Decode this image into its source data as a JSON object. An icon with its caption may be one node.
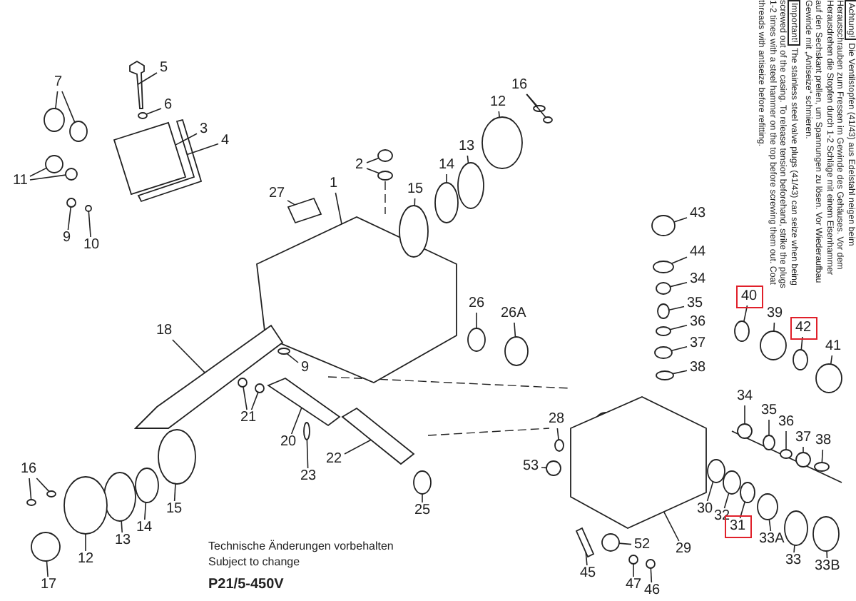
{
  "diagram": {
    "nodes": [
      {
        "text": [
          "7"
        ]
      },
      {
        "text": [
          "5"
        ]
      },
      {
        "text": [
          "6"
        ]
      },
      {
        "text": [
          "3"
        ]
      },
      {
        "text": [
          "4"
        ]
      },
      {
        "text": [
          "11"
        ]
      },
      {
        "text": [
          "9"
        ]
      },
      {
        "text": [
          "10"
        ]
      },
      {
        "text": [
          "2"
        ]
      },
      {
        "text": [
          "27"
        ]
      },
      {
        "text": [
          "1"
        ]
      },
      {
        "text": [
          "15"
        ]
      },
      {
        "text": [
          "14"
        ]
      },
      {
        "text": [
          "13"
        ]
      },
      {
        "text": [
          "12"
        ]
      },
      {
        "text": [
          "16"
        ]
      },
      {
        "text": [
          "43"
        ]
      },
      {
        "text": [
          "44"
        ]
      },
      {
        "text": [
          "34"
        ]
      },
      {
        "text": [
          "35"
        ]
      },
      {
        "text": [
          "36"
        ]
      },
      {
        "text": [
          "37"
        ]
      },
      {
        "text": [
          "38"
        ]
      },
      {
        "text": [
          "26"
        ]
      },
      {
        "text": [
          "26A"
        ]
      },
      {
        "text": [
          "40"
        ]
      },
      {
        "text": [
          "39"
        ]
      },
      {
        "text": [
          "42"
        ]
      },
      {
        "text": [
          "41"
        ]
      },
      {
        "text": [
          "18"
        ]
      },
      {
        "text": [
          "9"
        ]
      },
      {
        "text": [
          "21"
        ]
      },
      {
        "text": [
          "20"
        ]
      },
      {
        "text": [
          "22"
        ]
      },
      {
        "text": [
          "23"
        ]
      },
      {
        "text": [
          "25"
        ]
      },
      {
        "text": [
          "28"
        ]
      },
      {
        "text": [
          "34"
        ]
      },
      {
        "text": [
          "35"
        ]
      },
      {
        "text": [
          "36"
        ]
      },
      {
        "text": [
          "37"
        ]
      },
      {
        "text": [
          "38"
        ]
      },
      {
        "text": [
          "53"
        ]
      },
      {
        "text": [
          "52"
        ]
      },
      {
        "text": [
          "30"
        ]
      },
      {
        "text": [
          "32"
        ]
      },
      {
        "text": [
          "31"
        ]
      },
      {
        "text": [
          "33A"
        ]
      },
      {
        "text": [
          "29"
        ]
      },
      {
        "text": [
          "45"
        ]
      },
      {
        "text": [
          "47"
        ]
      },
      {
        "text": [
          "46"
        ]
      },
      {
        "text": [
          "33"
        ]
      },
      {
        "text": [
          "33B"
        ]
      },
      {
        "text": [
          "16"
        ]
      },
      {
        "text": [
          "13"
        ]
      },
      {
        "text": [
          "14"
        ]
      },
      {
        "text": [
          "15"
        ]
      },
      {
        "text": [
          "12"
        ]
      },
      {
        "text": [
          "17"
        ]
      },
      {
        "text": [],
        "shape": "circle"
      },
      {
        "text": [],
        "shape": "circle"
      },
      {
        "text": [],
        "shape": "picture"
      },
      {
        "text": [],
        "shape": "circle"
      },
      {
        "text": [],
        "shape": "picture"
      },
      {
        "text": [],
        "shape": "picture"
      },
      {
        "text": [],
        "shape": "circle"
      },
      {
        "text": [],
        "shape": "circle"
      },
      {
        "text": [],
        "shape": "circle"
      },
      {
        "text": [],
        "shape": "circle"
      },
      {
        "text": [],
        "shape": "circle"
      },
      {
        "text": [],
        "shape": "circle"
      },
      {
        "text": [],
        "shape": "picture"
      },
      {
        "text": [],
        "shape": "picture"
      },
      {
        "text": [],
        "shape": "circle"
      },
      {
        "text": [],
        "shape": "circle"
      },
      {
        "text": [],
        "shape": "circle"
      },
      {
        "text": [],
        "shape": "circle"
      },
      {
        "text": [],
        "shape": "circle"
      },
      {
        "text": [],
        "shape": "circle"
      },
      {
        "text": [],
        "shape": "circle"
      },
      {
        "text": [],
        "shape": "circle"
      },
      {
        "text": [],
        "shape": "circle"
      },
      {
        "text": [],
        "shape": "circle"
      },
      {
        "text": [],
        "shape": "circle"
      },
      {
        "text": [],
        "shape": "circle"
      },
      {
        "text": [],
        "shape": "circle"
      },
      {
        "text": [],
        "shape": "circle"
      },
      {
        "text": [],
        "shape": "circle"
      },
      {
        "text": [],
        "shape": "circle"
      },
      {
        "text": [],
        "shape": "circle"
      },
      {
        "text": [],
        "shape": "circle"
      },
      {
        "text": [],
        "shape": "circle"
      },
      {
        "text": [],
        "shape": "picture"
      },
      {
        "text": [],
        "shape": "circle"
      },
      {
        "text": [],
        "shape": "circle"
      },
      {
        "text": [],
        "shape": "circle"
      },
      {
        "text": [],
        "shape": "picture"
      },
      {
        "text": [],
        "shape": "picture"
      },
      {
        "text": [],
        "shape": "circle"
      },
      {
        "text": [],
        "shape": "circle"
      },
      {
        "text": [],
        "shape": "circle"
      },
      {
        "text": [],
        "shape": "circle"
      },
      {
        "text": [],
        "shape": "circle"
      },
      {
        "text": [],
        "shape": "circle"
      },
      {
        "text": [],
        "shape": "circle"
      },
      {
        "text": [],
        "shape": "circle"
      },
      {
        "text": [],
        "shape": "circle"
      },
      {
        "text": [],
        "shape": "circle"
      },
      {
        "text": [],
        "shape": "circle"
      },
      {
        "text": [],
        "shape": "circle"
      },
      {
        "text": [],
        "shape": "circle"
      },
      {
        "text": [],
        "shape": "circle"
      },
      {
        "text": [],
        "shape": "picture"
      },
      {
        "text": [],
        "shape": "picture"
      },
      {
        "text": [],
        "shape": "circle"
      },
      {
        "text": [],
        "shape": "circle"
      },
      {
        "text": [],
        "shape": "circle"
      },
      {
        "text": [],
        "shape": "circle"
      },
      {
        "text": [],
        "shape": "circle"
      },
      {
        "text": [],
        "shape": "circle"
      },
      {
        "text": [],
        "shape": "circle"
      },
      {
        "text": [],
        "shape": "circle"
      },
      {
        "text": [],
        "shape": "circle"
      },
      {
        "text": [],
        "shape": "circle"
      },
      {
        "text": [],
        "shape": "circle"
      }
    ],
    "edges": [
      {
        "from": 0,
        "to": 60,
        "arrow": "none"
      },
      {
        "from": 0,
        "to": 61,
        "arrow": "none"
      },
      {
        "from": 1,
        "to": 62,
        "arrow": "none"
      },
      {
        "from": 2,
        "to": 63,
        "arrow": "none"
      },
      {
        "from": 3,
        "to": 64,
        "arrow": "none"
      },
      {
        "from": 4,
        "to": 65,
        "arrow": "none"
      },
      {
        "from": 5,
        "to": 66,
        "arrow": "none"
      },
      {
        "from": 5,
        "to": 67,
        "arrow": "none"
      },
      {
        "from": 6,
        "to": 68,
        "arrow": "none"
      },
      {
        "from": 7,
        "to": 69,
        "arrow": "none"
      },
      {
        "from": 8,
        "to": 70,
        "arrow": "none"
      },
      {
        "from": 8,
        "to": 71,
        "arrow": "none"
      },
      {
        "from": 9,
        "to": 72,
        "arrow": "none"
      },
      {
        "from": 10,
        "to": 73,
        "arrow": "none"
      },
      {
        "from": 11,
        "to": 74,
        "arrow": "none"
      },
      {
        "from": 12,
        "to": 75,
        "arrow": "none"
      },
      {
        "from": 13,
        "to": 76,
        "arrow": "none"
      },
      {
        "from": 14,
        "to": 77,
        "arrow": "none"
      },
      {
        "from": 15,
        "to": 78,
        "arrow": "none"
      },
      {
        "from": 15,
        "to": 79,
        "arrow": "none"
      },
      {
        "from": 16,
        "to": 80,
        "arrow": "none"
      },
      {
        "from": 17,
        "to": 81,
        "arrow": "none"
      },
      {
        "from": 18,
        "to": 82,
        "arrow": "none"
      },
      {
        "from": 19,
        "to": 83,
        "arrow": "none"
      },
      {
        "from": 20,
        "to": 84,
        "arrow": "none"
      },
      {
        "from": 21,
        "to": 85,
        "arrow": "none"
      },
      {
        "from": 22,
        "to": 86,
        "arrow": "none"
      },
      {
        "from": 23,
        "to": 87,
        "arrow": "none"
      },
      {
        "from": 24,
        "to": 88,
        "arrow": "none"
      },
      {
        "from": 25,
        "to": 89,
        "arrow": "none"
      },
      {
        "from": 26,
        "to": 90,
        "arrow": "none"
      },
      {
        "from": 27,
        "to": 91,
        "arrow": "none"
      },
      {
        "from": 28,
        "to": 92,
        "arrow": "none"
      },
      {
        "from": 29,
        "to": 93,
        "arrow": "none"
      },
      {
        "from": 30,
        "to": 94,
        "arrow": "none"
      },
      {
        "from": 31,
        "to": 95,
        "arrow": "none"
      },
      {
        "from": 31,
        "to": 96,
        "arrow": "none"
      },
      {
        "from": 32,
        "to": 97,
        "arrow": "none"
      },
      {
        "from": 33,
        "to": 98,
        "arrow": "none"
      },
      {
        "from": 34,
        "to": 99,
        "arrow": "none"
      },
      {
        "from": 35,
        "to": 100,
        "arrow": "none"
      },
      {
        "from": 36,
        "to": 101,
        "arrow": "none"
      },
      {
        "from": 37,
        "to": 102,
        "arrow": "none"
      },
      {
        "from": 38,
        "to": 103,
        "arrow": "none"
      },
      {
        "from": 39,
        "to": 104,
        "arrow": "none"
      },
      {
        "from": 40,
        "to": 105,
        "arrow": "none"
      },
      {
        "from": 41,
        "to": 106,
        "arrow": "none"
      },
      {
        "from": 42,
        "to": 107,
        "arrow": "none"
      },
      {
        "from": 43,
        "to": 108,
        "arrow": "none"
      },
      {
        "from": 44,
        "to": 109,
        "arrow": "none"
      },
      {
        "from": 45,
        "to": 110,
        "arrow": "none"
      },
      {
        "from": 46,
        "to": 111,
        "arrow": "none"
      },
      {
        "from": 47,
        "to": 112,
        "arrow": "none"
      },
      {
        "from": 48,
        "to": 113,
        "arrow": "none"
      },
      {
        "from": 49,
        "to": 114,
        "arrow": "none"
      },
      {
        "from": 50,
        "to": 115,
        "arrow": "none"
      },
      {
        "from": 51,
        "to": 116,
        "arrow": "none"
      },
      {
        "from": 52,
        "to": 117,
        "arrow": "none"
      },
      {
        "from": 53,
        "to": 118,
        "arrow": "none"
      },
      {
        "from": 54,
        "to": 119,
        "arrow": "none"
      },
      {
        "from": 54,
        "to": 120,
        "arrow": "none"
      },
      {
        "from": 55,
        "to": 121,
        "arrow": "none"
      },
      {
        "from": 56,
        "to": 122,
        "arrow": "none"
      },
      {
        "from": 57,
        "to": 123,
        "arrow": "none"
      },
      {
        "from": 58,
        "to": 124,
        "arrow": "none"
      },
      {
        "from": 59,
        "to": 125,
        "arrow": "none"
      }
    ],
    "labels": [
      "Achtung!",
      "Die Ventilstopfen (41/43) aus Edelstahl neigen beim Herausschrauben zum Fressen im Gewinde des Gehäuses. Vor dem Herausdrehen die Stopfen durch 1-2 Schläge mit einem Eisenhammer auf den Sechskant prellen, um Spannungen zu lösen. Vor Wiederaufbau Gewinde mit „Antiseize“ schmieren.",
      "Important!",
      "The stainless steel valve plugs (41/43) can seize when being screwed out of the casing. To release tension beforehand, strike the plugs 1-2 times with a steel hammer on the top before screwing them out. Coat threads with antiseize before refitting.",
      "Technische Änderungen vorbehalten",
      "Subject to change",
      "P21/5-450V"
    ]
  }
}
